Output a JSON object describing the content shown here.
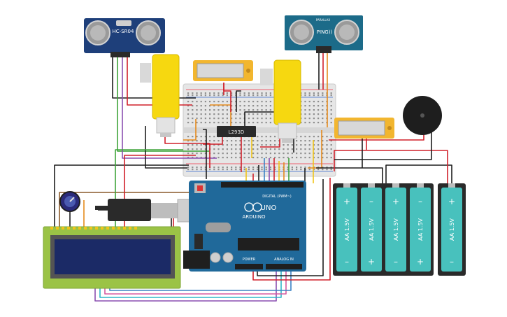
{
  "sensors": {
    "left_label": "HC-SR04",
    "right_label": "PING))",
    "right_small": "PARALLAX"
  },
  "driver": {
    "label": "L293D"
  },
  "arduino": {
    "brand": "ARDUINO",
    "model": "UNO",
    "digital_header": "DIGITAL (PWM~)",
    "power_label": "POWER",
    "analog_label": "ANALOG IN"
  },
  "battery": {
    "cell_label": "AA 1.5V",
    "plus": "+",
    "minus": "–"
  },
  "colors": {
    "wire_red": "#d0202a",
    "wire_black": "#1e1e1e",
    "wire_orange": "#e58a1c",
    "wire_yellow": "#f0c419",
    "wire_green": "#3fa33a",
    "wire_blue": "#3b82c4",
    "wire_purple": "#8a4fb0",
    "wire_brown": "#8a5a2b",
    "wire_cyan": "#2fb5c8",
    "wire_pink": "#d55aa0",
    "arduino_blue": "#20699a",
    "sensor_blue": "#1e3f7a",
    "battery_teal": "#48c1bd",
    "motor_yellow": "#f6d810",
    "lcd_green": "#9bc346",
    "lcd_screen": "#1b2a66"
  }
}
